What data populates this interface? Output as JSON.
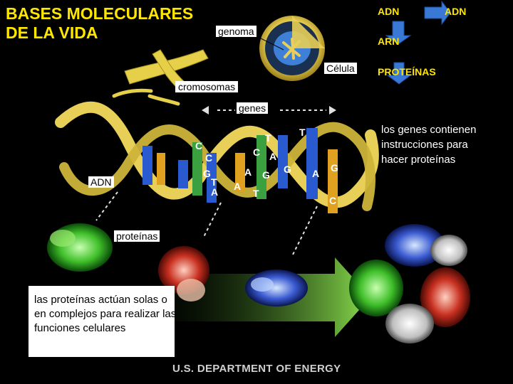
{
  "title": {
    "line1": "BASES MOLECULARES",
    "line2": "DE LA VIDA"
  },
  "flow": {
    "adn_left": "ADN",
    "adn_right": "ADN",
    "arn": "ARN",
    "proteinas": "PROTEÍNAS"
  },
  "labels": {
    "genoma": "genoma",
    "celula": "Célula",
    "cromosomas": "cromosomas",
    "genes": "genes",
    "adn": "ADN",
    "proteinas": "proteínas"
  },
  "bases": [
    "T",
    "A",
    "C",
    "G",
    "A",
    "T",
    "A",
    "G",
    "C",
    "T",
    "A",
    "C",
    "G",
    "T",
    "A",
    "C",
    "G"
  ],
  "side_note": "los genes contienen instrucciones para hacer proteínas",
  "bottom_note": "las proteínas actúan solas o en complejos para realizar las funciones celulares",
  "footer": "U.S. DEPARTMENT OF ENERGY",
  "colors": {
    "title": "#ffe600",
    "helix": "#e8cf57",
    "arrow_blue": "#3a78d6",
    "arrow_green": "#7fd44a"
  }
}
